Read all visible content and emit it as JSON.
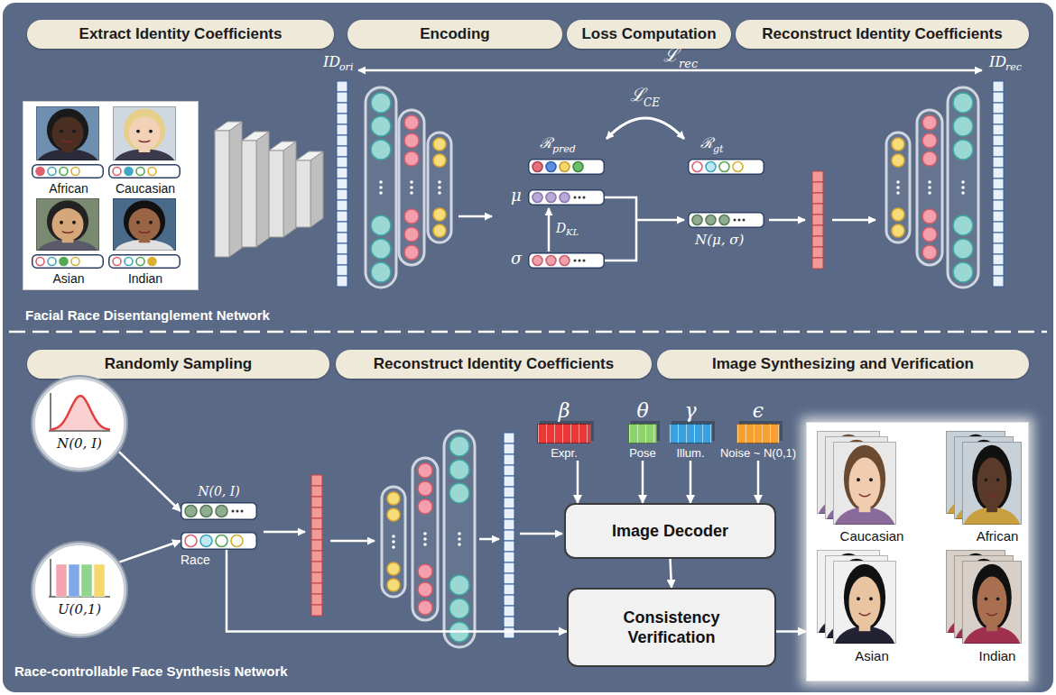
{
  "diagram": {
    "nodes": [
      {
        "text": [
          "Extract Identity Coefficients"
        ]
      },
      {
        "text": [
          "Encoding"
        ]
      },
      {
        "text": [
          "Loss Computation"
        ]
      },
      {
        "text": [
          "Reconstruct Identity Coefficients"
        ]
      },
      {
        "text": [
          "African",
          "Caucasian",
          "Asian",
          "Indian"
        ]
      },
      {
        "text": [
          "Randomly Sampling"
        ]
      },
      {
        "text": [
          "Reconstruct Identity Coefficients"
        ]
      },
      {
        "text": [
          "Image Synthesizing and Verification"
        ]
      },
      {
        "text": [
          "N(0, I)"
        ]
      },
      {
        "text": [
          "U(0,1)"
        ]
      },
      {
        "text": [
          "N(0, I)"
        ]
      },
      {
        "text": [
          "Race"
        ]
      },
      {
        "text": [
          "β",
          "Expr."
        ]
      },
      {
        "text": [
          "θ",
          "Pose"
        ]
      },
      {
        "text": [
          "γ",
          "Illum."
        ]
      },
      {
        "text": [
          "ϵ",
          "Noise ~ N(0,1)"
        ]
      },
      {
        "text": [
          "Image Decoder"
        ]
      },
      {
        "text": [
          "Consistency Verification"
        ]
      },
      {
        "text": [
          "Caucasian",
          "African",
          "Asian",
          "Indian"
        ]
      }
    ],
    "edges": [
      {
        "from": 8,
        "to": 10,
        "arrow": "to"
      },
      {
        "from": 9,
        "to": 11,
        "arrow": "to"
      },
      {
        "from": 12,
        "to": 16,
        "arrow": "to"
      },
      {
        "from": 13,
        "to": 16,
        "arrow": "to"
      },
      {
        "from": 14,
        "to": 16,
        "arrow": "to"
      },
      {
        "from": 15,
        "to": 16,
        "arrow": "to"
      },
      {
        "from": 16,
        "to": 17,
        "arrow": "to"
      },
      {
        "from": 11,
        "to": 17,
        "arrow": "to"
      },
      {
        "from": 17,
        "to": 18,
        "arrow": "to"
      }
    ],
    "labels": [
      "Facial Race Disentanglement Network",
      "Race-controllable Face Synthesis Network",
      "ℒ",
      "rec",
      "ID",
      "ori",
      "ID",
      "rec",
      "ℛ",
      "pred",
      "ℛ",
      "gt",
      "ℒ",
      "CE",
      "μ",
      "σ",
      "D",
      "KL",
      "N(μ, σ)"
    ]
  }
}
